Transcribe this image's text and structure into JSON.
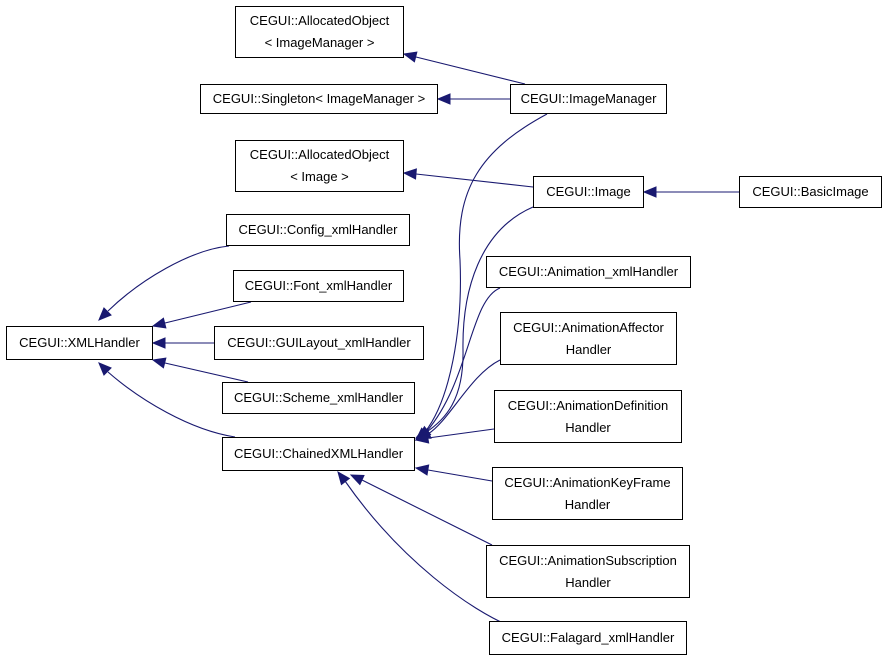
{
  "colors": {
    "edge": "#191970",
    "border": "#000000",
    "text": "#000000",
    "background": "#ffffff"
  },
  "nodes": {
    "alloc_imgmgr": {
      "line1": "CEGUI::AllocatedObject",
      "line2": "< ImageManager >"
    },
    "singleton": {
      "line1": "CEGUI::Singleton< ImageManager >"
    },
    "imagemanager": {
      "line1": "CEGUI::ImageManager"
    },
    "alloc_image": {
      "line1": "CEGUI::AllocatedObject",
      "line2": "< Image >"
    },
    "image": {
      "line1": "CEGUI::Image"
    },
    "basicimage": {
      "line1": "CEGUI::BasicImage"
    },
    "config": {
      "line1": "CEGUI::Config_xmlHandler"
    },
    "font": {
      "line1": "CEGUI::Font_xmlHandler"
    },
    "xmlhandler": {
      "line1": "CEGUI::XMLHandler"
    },
    "guilayout": {
      "line1": "CEGUI::GUILayout_xmlHandler"
    },
    "scheme": {
      "line1": "CEGUI::Scheme_xmlHandler"
    },
    "chained": {
      "line1": "CEGUI::ChainedXMLHandler"
    },
    "anim_xml": {
      "line1": "CEGUI::Animation_xmlHandler"
    },
    "anim_affector": {
      "line1": "CEGUI::AnimationAffector",
      "line2": "Handler"
    },
    "anim_definition": {
      "line1": "CEGUI::AnimationDefinition",
      "line2": "Handler"
    },
    "anim_keyframe": {
      "line1": "CEGUI::AnimationKeyFrame",
      "line2": "Handler"
    },
    "anim_subscription": {
      "line1": "CEGUI::AnimationSubscription",
      "line2": "Handler"
    },
    "falagard": {
      "line1": "CEGUI::Falagard_xmlHandler"
    }
  },
  "edges": [
    {
      "from": "imagemanager",
      "to": "alloc_imgmgr"
    },
    {
      "from": "imagemanager",
      "to": "singleton"
    },
    {
      "from": "imagemanager",
      "to": "chained"
    },
    {
      "from": "image",
      "to": "alloc_image"
    },
    {
      "from": "image",
      "to": "chained"
    },
    {
      "from": "basicimage",
      "to": "image"
    },
    {
      "from": "config",
      "to": "xmlhandler"
    },
    {
      "from": "font",
      "to": "xmlhandler"
    },
    {
      "from": "guilayout",
      "to": "xmlhandler"
    },
    {
      "from": "scheme",
      "to": "xmlhandler"
    },
    {
      "from": "chained",
      "to": "xmlhandler"
    },
    {
      "from": "anim_xml",
      "to": "chained"
    },
    {
      "from": "anim_affector",
      "to": "chained"
    },
    {
      "from": "anim_definition",
      "to": "chained"
    },
    {
      "from": "anim_keyframe",
      "to": "chained"
    },
    {
      "from": "anim_subscription",
      "to": "chained"
    },
    {
      "from": "falagard",
      "to": "chained"
    }
  ]
}
